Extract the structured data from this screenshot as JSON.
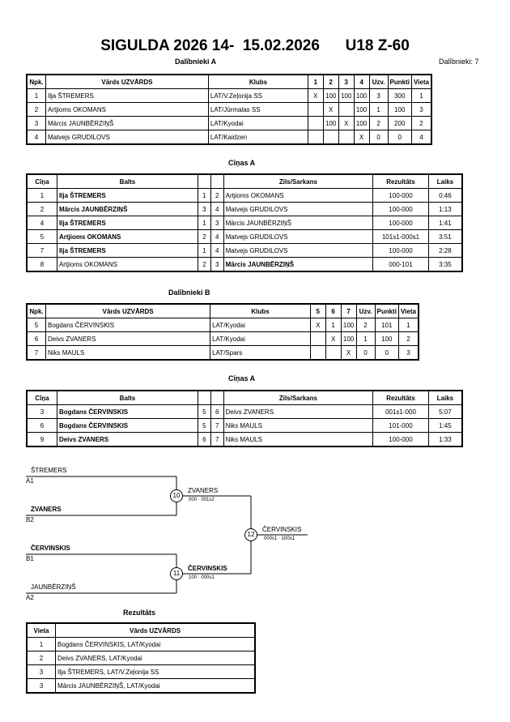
{
  "title": "SIGULDA 2026 14-  15.02.2026      U18 Z-60",
  "pool_a": {
    "title": "Dalībnieki A",
    "count": "Dalībnieki: 7",
    "headers": [
      "Npk.",
      "Vārds UZVĀRDS",
      "Klubs",
      "1",
      "2",
      "3",
      "4",
      "Uzv.",
      "Punkti",
      "Vieta"
    ],
    "rows": [
      {
        "npk": "1",
        "name": "Ilja ŠTREMERS",
        "club": "LAT/V.Zeļonija SS",
        "r": [
          "X",
          "100",
          "100",
          "100"
        ],
        "wins": "3",
        "points": "300",
        "place": "1"
      },
      {
        "npk": "2",
        "name": "Artjioms OKOMANS",
        "club": "LAT/Jūrmalas SS",
        "r": [
          "",
          "X",
          "",
          "100"
        ],
        "wins": "1",
        "points": "100",
        "place": "3"
      },
      {
        "npk": "3",
        "name": "Mārcis JAUNBĒRZIŅŠ",
        "club": "LAT/Kyodai",
        "r": [
          "",
          "100",
          "X",
          "100"
        ],
        "wins": "2",
        "points": "200",
        "place": "2"
      },
      {
        "npk": "4",
        "name": "Matvejs GRUDILOVS",
        "club": "LAT/Kaidzen",
        "r": [
          "",
          "",
          "",
          "X"
        ],
        "wins": "0",
        "points": "0",
        "place": "4"
      }
    ]
  },
  "fights_a": {
    "title": "Cīņas A",
    "headers": [
      "Cīņa",
      "Balts",
      "Zils/Sarkans",
      "Rezultāts",
      "Laiks"
    ],
    "rows": [
      {
        "no": "1",
        "white": "Ilja ŠTREMERS",
        "w_bold": true,
        "a": "1",
        "b": "2",
        "blue": "Artjioms OKOMANS",
        "b_bold": false,
        "result": "100-000",
        "time": "0:46"
      },
      {
        "no": "2",
        "white": "Mārcis JAUNBĒRZIŅŠ",
        "w_bold": true,
        "a": "3",
        "b": "4",
        "blue": "Matvejs GRUDILOVS",
        "b_bold": false,
        "result": "100-000",
        "time": "1:13"
      },
      {
        "no": "4",
        "white": "Ilja ŠTREMERS",
        "w_bold": true,
        "a": "1",
        "b": "3",
        "blue": "Mārcis JAUNBĒRZIŅŠ",
        "b_bold": false,
        "result": "100-000",
        "time": "1:41"
      },
      {
        "no": "5",
        "white": "Artjioms OKOMANS",
        "w_bold": true,
        "a": "2",
        "b": "4",
        "blue": "Matvejs GRUDILOVS",
        "b_bold": false,
        "result": "101s1-000s1",
        "time": "3:51"
      },
      {
        "no": "7",
        "white": "Ilja ŠTREMERS",
        "w_bold": true,
        "a": "1",
        "b": "4",
        "blue": "Matvejs GRUDILOVS",
        "b_bold": false,
        "result": "100-000",
        "time": "2:28"
      },
      {
        "no": "8",
        "white": "Artjioms OKOMANS",
        "w_bold": false,
        "a": "2",
        "b": "3",
        "blue": "Mārcis JAUNBĒRZIŅŠ",
        "b_bold": true,
        "result": "000-101",
        "time": "3:35"
      }
    ]
  },
  "pool_b": {
    "title": "Dalībnieki B",
    "headers": [
      "Npk.",
      "Vārds UZVĀRDS",
      "Klubs",
      "5",
      "6",
      "7",
      "Uzv.",
      "Punkti",
      "Vieta"
    ],
    "rows": [
      {
        "npk": "5",
        "name": "Bogdans ČERVINSKIS",
        "club": "LAT/Kyodai",
        "r": [
          "X",
          "1",
          "100"
        ],
        "wins": "2",
        "points": "101",
        "place": "1"
      },
      {
        "npk": "6",
        "name": "Deivs ZVANERS",
        "club": "LAT/Kyodai",
        "r": [
          "",
          "X",
          "100"
        ],
        "wins": "1",
        "points": "100",
        "place": "2"
      },
      {
        "npk": "7",
        "name": "Niks MAULS",
        "club": "LAT/Spars",
        "r": [
          "",
          "",
          "X"
        ],
        "wins": "0",
        "points": "0",
        "place": "3"
      }
    ]
  },
  "fights_b": {
    "title": "Cīņas A",
    "headers": [
      "Cīņa",
      "Balts",
      "Zils/Sarkans",
      "Rezultāts",
      "Laiks"
    ],
    "rows": [
      {
        "no": "3",
        "white": "Bogdans ČERVINSKIS",
        "w_bold": true,
        "a": "5",
        "b": "6",
        "blue": "Deivs ZVANERS",
        "b_bold": false,
        "result": "001s1-000",
        "time": "5:07"
      },
      {
        "no": "6",
        "white": "Bogdans ČERVINSKIS",
        "w_bold": true,
        "a": "5",
        "b": "7",
        "blue": "Niks MAULS",
        "b_bold": false,
        "result": "101-000",
        "time": "1:45"
      },
      {
        "no": "9",
        "white": "Deivs ZVANERS",
        "w_bold": true,
        "a": "6",
        "b": "7",
        "blue": "Niks MAULS",
        "b_bold": false,
        "result": "100-000",
        "time": "1:33"
      }
    ]
  },
  "bracket": {
    "a1_name": "ŠTREMERS",
    "a1_tag": "A1",
    "b2_name": "ZVANERS",
    "b2_tag": "B2",
    "b1_name": "ČERVINSKIS",
    "b1_tag": "B1",
    "a2_name": "JAUNBĒRZIŅŠ",
    "a2_tag": "A2",
    "m10": "10",
    "m10_winner": "ZVANERS",
    "m10_score": "000 · 001s2",
    "m11": "11",
    "m11_winner": "ČERVINSKIS",
    "m11_score": "100 · 000s1",
    "m12": "12",
    "m12_winner": "ČERVINSKIS",
    "m12_score": "000s1 · 100s1"
  },
  "results": {
    "title": "Rezultāts",
    "headers": [
      "Vieta",
      "Vārds UZVĀRDS"
    ],
    "rows": [
      {
        "place": "1",
        "name": "Bogdans ČERVINSKIS, LAT/Kyodai"
      },
      {
        "place": "2",
        "name": "Deivs ZVANERS, LAT/Kyodai"
      },
      {
        "place": "3",
        "name": "Ilja ŠTREMERS, LAT/V.Zeļonija SS"
      },
      {
        "place": "3",
        "name": "Mārcis JAUNBĒRZIŅŠ, LAT/Kyodai"
      }
    ]
  }
}
